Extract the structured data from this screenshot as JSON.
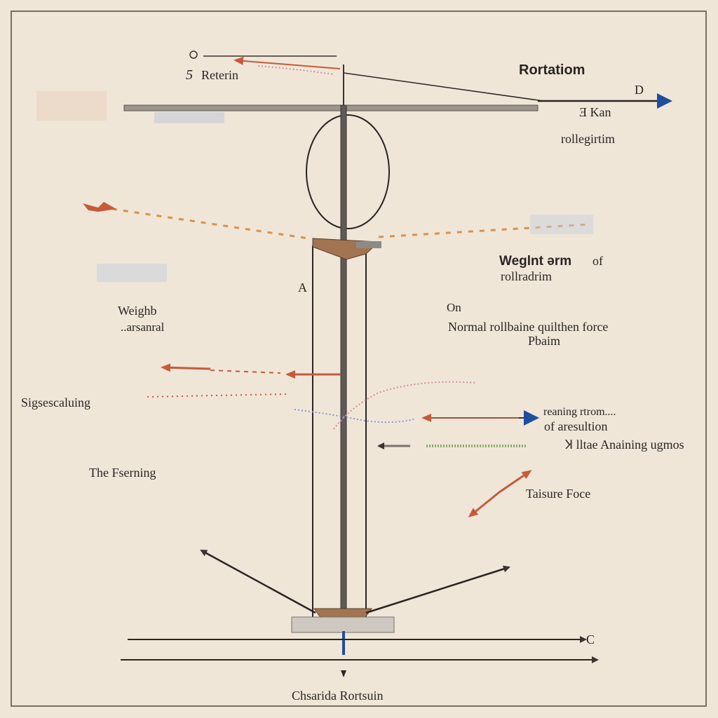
{
  "diagram": {
    "background": "#efe6d8",
    "border_color": "#7a6e66",
    "colors": {
      "red": "#c65a3a",
      "blue": "#1f4e9c",
      "dark": "#3a3330",
      "wood": "#a27452",
      "orange": "#d8924e"
    },
    "labels": {
      "top_left": "Reterin",
      "top_left_mark": "5",
      "rotation": "Rortatiom",
      "point_d": "D",
      "kan": "Ǝ Kan",
      "rollegirtim": "rollegirtim",
      "point_a": "A",
      "weight_arm": "Weglnt ərm",
      "weight_arm_of": "of",
      "rollradrim": "rollradrim",
      "weighb": "Weighb",
      "weighb_sub": "..arsanral",
      "oh": "On",
      "normal_force_1": "Normal rollbaine quilthen force",
      "normal_force_2": "Pbaim",
      "sigsescaluing": "Sigsescaluing",
      "reaming_1": "reaning rtrom....",
      "reaming_2": "of aresultion",
      "angle_label": "Ʞ lltae Anaining ugmos",
      "the_fserning": "The Fserning",
      "tension_force": "Taisure Foce",
      "point_c": "C",
      "bottom_caption": "Chsarida Rortsuin"
    }
  }
}
